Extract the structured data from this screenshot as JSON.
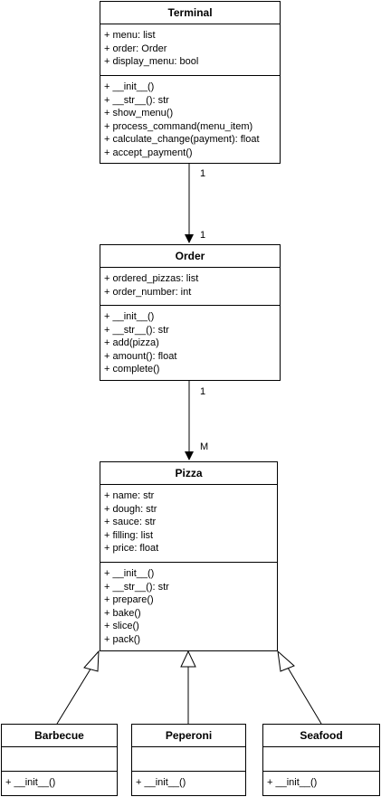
{
  "classes": {
    "terminal": {
      "name": "Terminal",
      "attributes": [
        "+ menu: list",
        "+ order: Order",
        "+ display_menu: bool"
      ],
      "methods": [
        "+ __init__()",
        "+ __str__(): str",
        "+ show_menu()",
        "+ process_command(menu_item)",
        "+ calculate_change(payment): float",
        "+ accept_payment()"
      ]
    },
    "order": {
      "name": "Order",
      "attributes": [
        "+ ordered_pizzas: list",
        "+ order_number: int"
      ],
      "methods": [
        "+ __init__()",
        "+ __str__(): str",
        "+ add(pizza)",
        "+ amount(): float",
        "+ complete()"
      ]
    },
    "pizza": {
      "name": "Pizza",
      "attributes": [
        "+ name: str",
        "+ dough: str",
        "+ sauce: str",
        "+ filling: list",
        "+ price: float"
      ],
      "methods": [
        "+ __init__()",
        "+ __str__(): str",
        "+ prepare()",
        "+ bake()",
        "+ slice()",
        "+ pack()"
      ]
    },
    "barbecue": {
      "name": "Barbecue",
      "attributes": [],
      "methods": [
        "+ __init__()"
      ]
    },
    "peperoni": {
      "name": "Peperoni",
      "attributes": [],
      "methods": [
        "+ __init__()"
      ]
    },
    "seafood": {
      "name": "Seafood",
      "attributes": [],
      "methods": [
        "+ __init__()"
      ]
    }
  },
  "associations": [
    {
      "from": "Terminal",
      "to": "Order",
      "source_multiplicity": "1",
      "target_multiplicity": "1"
    },
    {
      "from": "Order",
      "to": "Pizza",
      "source_multiplicity": "1",
      "target_multiplicity": "M"
    }
  ],
  "inheritance": [
    {
      "child": "Barbecue",
      "parent": "Pizza"
    },
    {
      "child": "Peperoni",
      "parent": "Pizza"
    },
    {
      "child": "Seafood",
      "parent": "Pizza"
    }
  ]
}
